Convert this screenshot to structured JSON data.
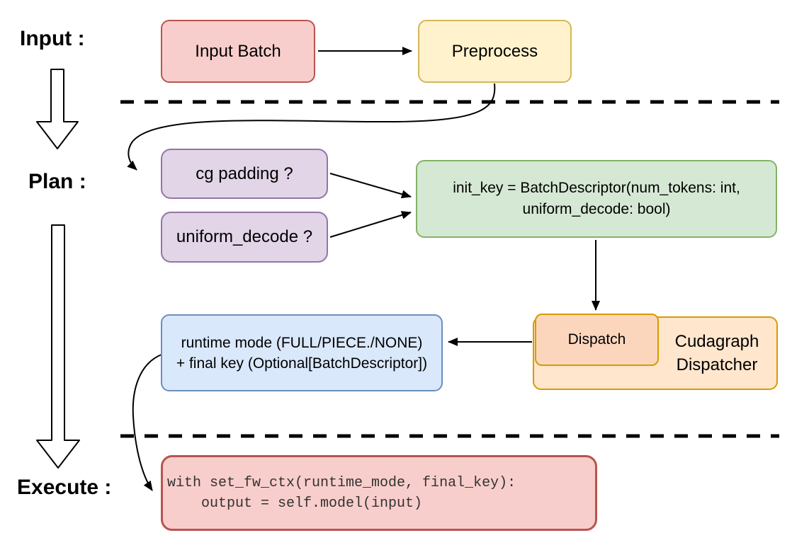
{
  "stages": {
    "input": "Input :",
    "plan": "Plan :",
    "execute": "Execute :"
  },
  "nodes": {
    "input_batch": {
      "label": "Input Batch",
      "fill": "#f8cecc",
      "stroke": "#b85450"
    },
    "preprocess": {
      "label": "Preprocess",
      "fill": "#fff2cc",
      "stroke": "#d6b656"
    },
    "cg_padding": {
      "label": "cg padding ?",
      "fill": "#e1d5e7",
      "stroke": "#9673a6"
    },
    "uniform_decode": {
      "label": "uniform_decode ?",
      "fill": "#e1d5e7",
      "stroke": "#9673a6"
    },
    "init_key": {
      "lines": [
        "init_key = BatchDescriptor(num_tokens: int,",
        "uniform_decode: bool)"
      ],
      "fill": "#d5e8d4",
      "stroke": "#82b366"
    },
    "dispatch": {
      "label": "Dispatch",
      "fill": "#fbd6bd",
      "stroke": "#d79b00"
    },
    "cudagraph_dispatcher": {
      "label": "Cudagraph Dispatcher",
      "fill": "#ffe6cc",
      "stroke": "#d79b00"
    },
    "runtime_mode": {
      "lines": [
        "runtime mode (FULL/PIECE./NONE)",
        "+ final key (Optional[BatchDescriptor])"
      ],
      "fill": "#dae8fc",
      "stroke": "#6c8ebf"
    },
    "execute_code": {
      "lines": [
        "with set_fw_ctx(runtime_mode, final_key):",
        "    output = self.model(input)"
      ],
      "fill": "#f8cecc",
      "stroke": "#b85450",
      "text_color": "#333333"
    }
  },
  "connector_color": "#000000",
  "divider_color": "#000000"
}
